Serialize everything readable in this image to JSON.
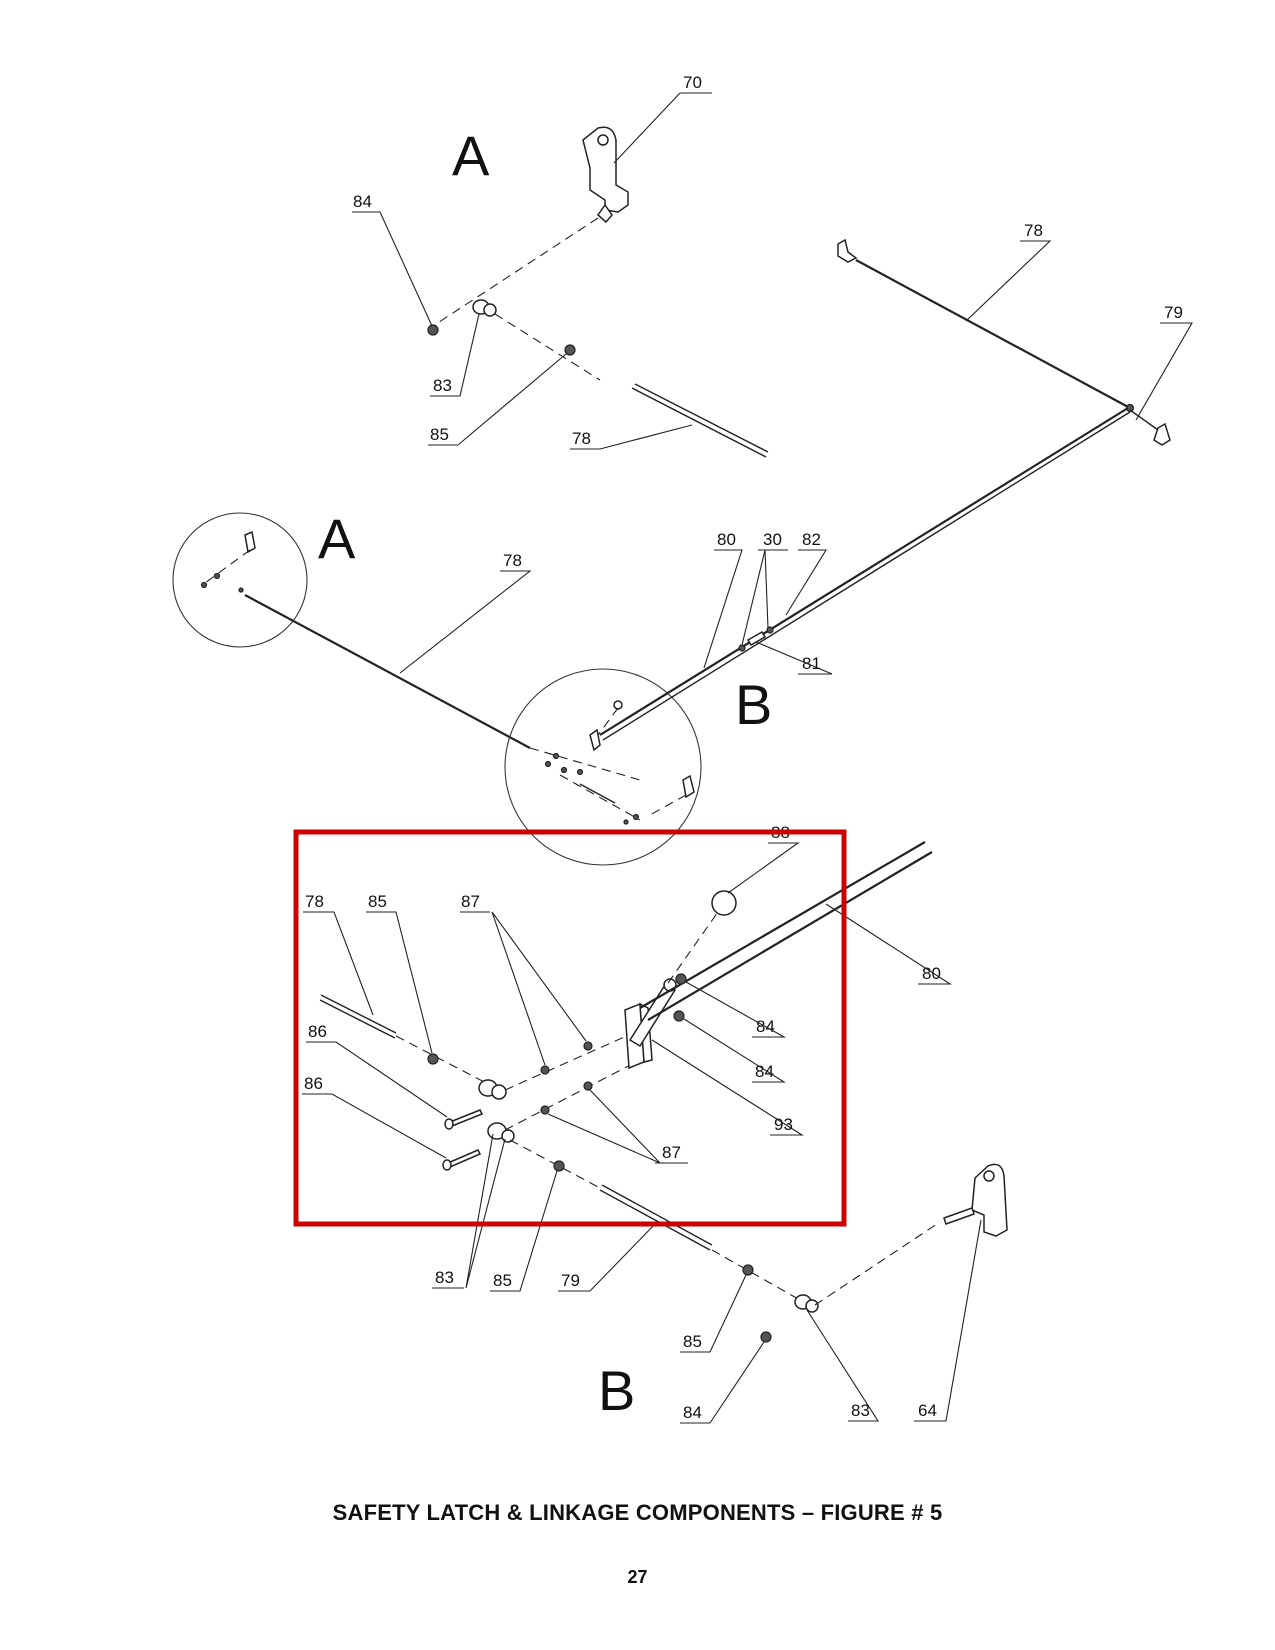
{
  "caption": "SAFETY LATCH & LINKAGE COMPONENTS – FIGURE # 5",
  "page_number": "27",
  "section_letters": [
    "A",
    "A",
    "B",
    "B"
  ],
  "callouts": [
    "70",
    "84",
    "83",
    "85",
    "78",
    "78",
    "79",
    "78",
    "80",
    "30",
    "82",
    "81",
    "88",
    "78",
    "85",
    "87",
    "80",
    "86",
    "86",
    "84",
    "84",
    "93",
    "87",
    "83",
    "85",
    "79",
    "85",
    "84",
    "83",
    "64"
  ],
  "highlight_color": "#cc0000"
}
